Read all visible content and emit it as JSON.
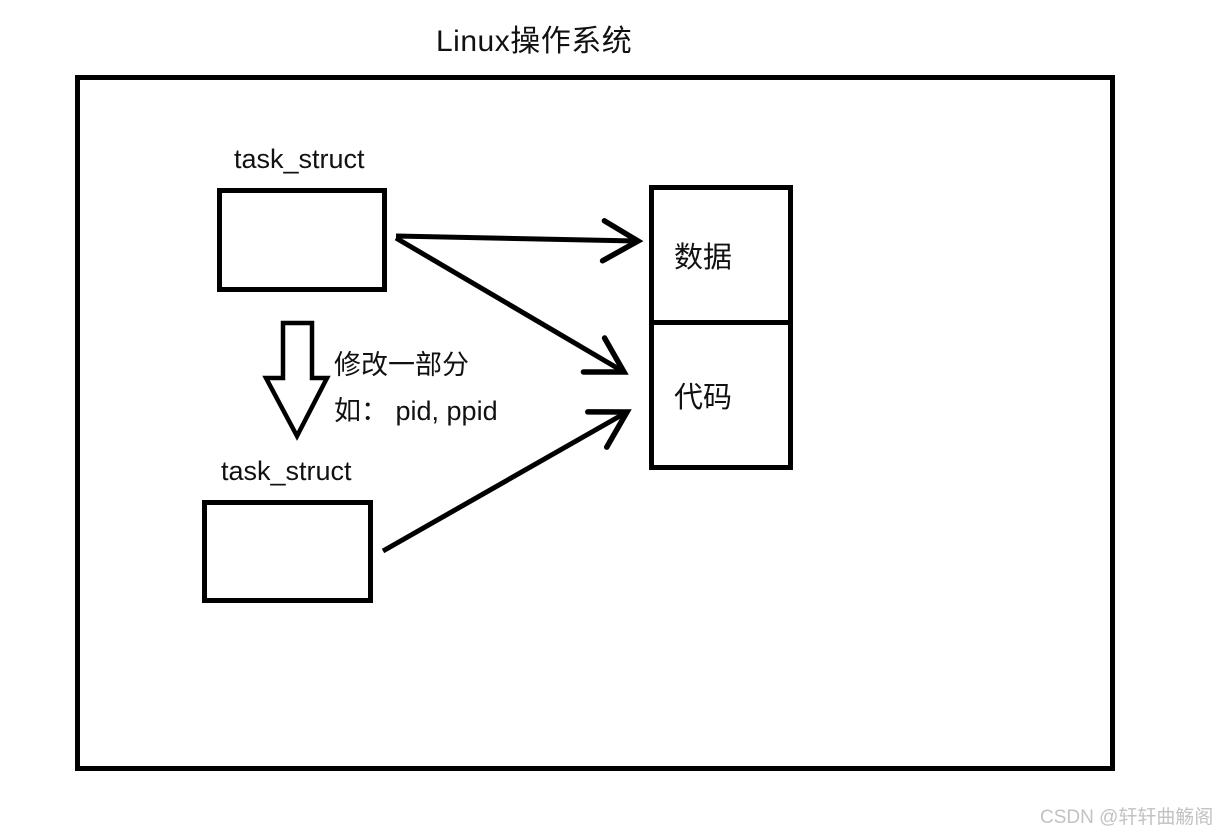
{
  "title": "Linux操作系统",
  "diagram": {
    "task_struct_top_label": "task_struct",
    "task_struct_bottom_label": "task_struct",
    "data_box_label": "数据",
    "code_box_label": "代码",
    "modify_note_line1": "修改一部分",
    "modify_note_line2": "如： pid, ppid"
  },
  "watermark": "CSDN @轩轩曲觞阁",
  "colors": {
    "stroke": "#000000",
    "background": "#ffffff",
    "watermark_gray": "#c2c2c2"
  }
}
